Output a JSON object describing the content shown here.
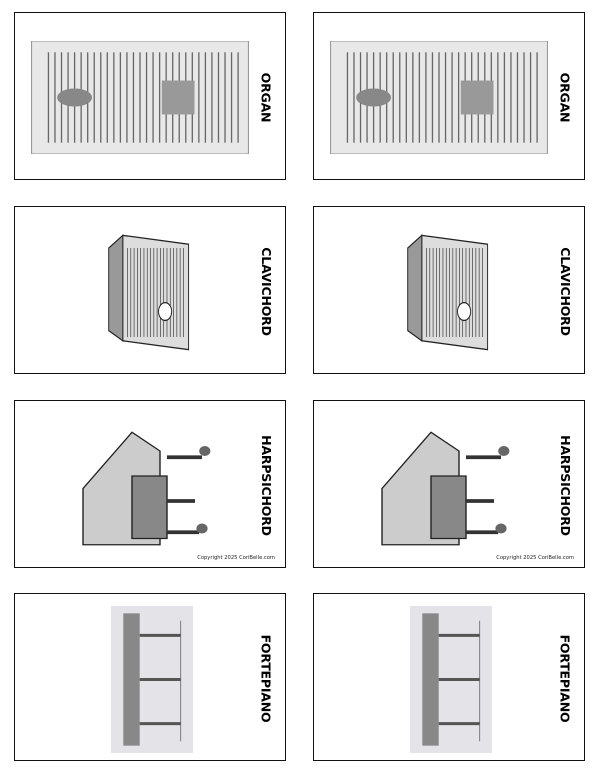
{
  "cards": [
    {
      "name": "organ",
      "label": "ORGAN"
    },
    {
      "name": "clavichord",
      "label": "CLAVICHORD"
    },
    {
      "name": "harpsichord",
      "label": "HARPSICHORD",
      "copyright": "Copyright 2025 CoriBelle.com"
    },
    {
      "name": "fortepiano",
      "label": "FORTEPIANO"
    }
  ]
}
